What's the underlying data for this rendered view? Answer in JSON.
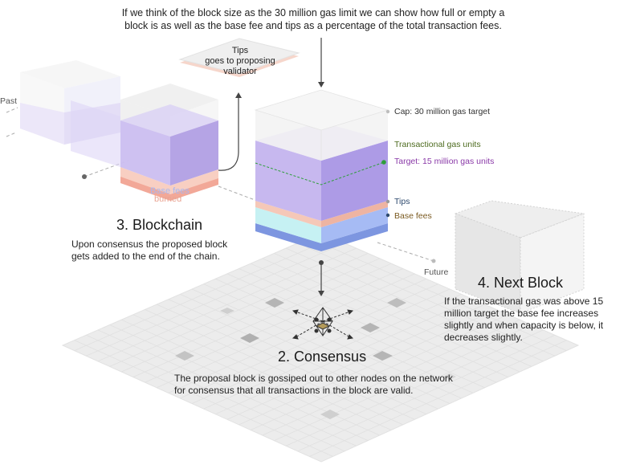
{
  "intro_text": {
    "line1": "If we think of the block size as the 30 million gas limit we can show how full or empty a",
    "line2": "block is as well as the base fee and tips as a percentage of the total transaction fees."
  },
  "tips_box": {
    "line1": "Tips",
    "line2": "goes to proposing",
    "line3": "validator"
  },
  "timeline": {
    "past": "Past",
    "future": "Future"
  },
  "chain_block": {
    "base_fees_label": "Base fees",
    "burned_label": "burned"
  },
  "block_labels": {
    "cap": "Cap: 30 million gas target",
    "transactional": "Transactional gas units",
    "target": "Target: 15 million gas units",
    "tips": "Tips",
    "base_fees": "Base fees"
  },
  "sections": {
    "blockchain": {
      "title": "3. Blockchain",
      "line1": "Upon consensus the proposed block",
      "line2": "gets added to the end of the chain."
    },
    "consensus": {
      "title": "2. Consensus",
      "line1": "The proposal block is gossiped out to other nodes on the network",
      "line2": "for consensus that all transactions in the block are valid."
    },
    "next_block": {
      "title": "4. Next Block",
      "line1": "If the transactional gas was above 15",
      "line2": "million target the base fee increases",
      "line3": "slightly and when capacity is below, it",
      "line4": "decreases slightly."
    }
  },
  "colors": {
    "gas_purple": "#a896e3",
    "gas_purple_light": "#c9bdf0",
    "tips_pink": "#f0b9a8",
    "base_fee_blue": "#a7bdf5",
    "base_fee_cyan": "#c7f0f3",
    "target_green": "#2e9e3a",
    "target_label": "#8a3aa8",
    "transactional_label": "#4d6b1f",
    "base_fee_label": "#7a5a20",
    "tips_label": "#2e4a6e"
  }
}
